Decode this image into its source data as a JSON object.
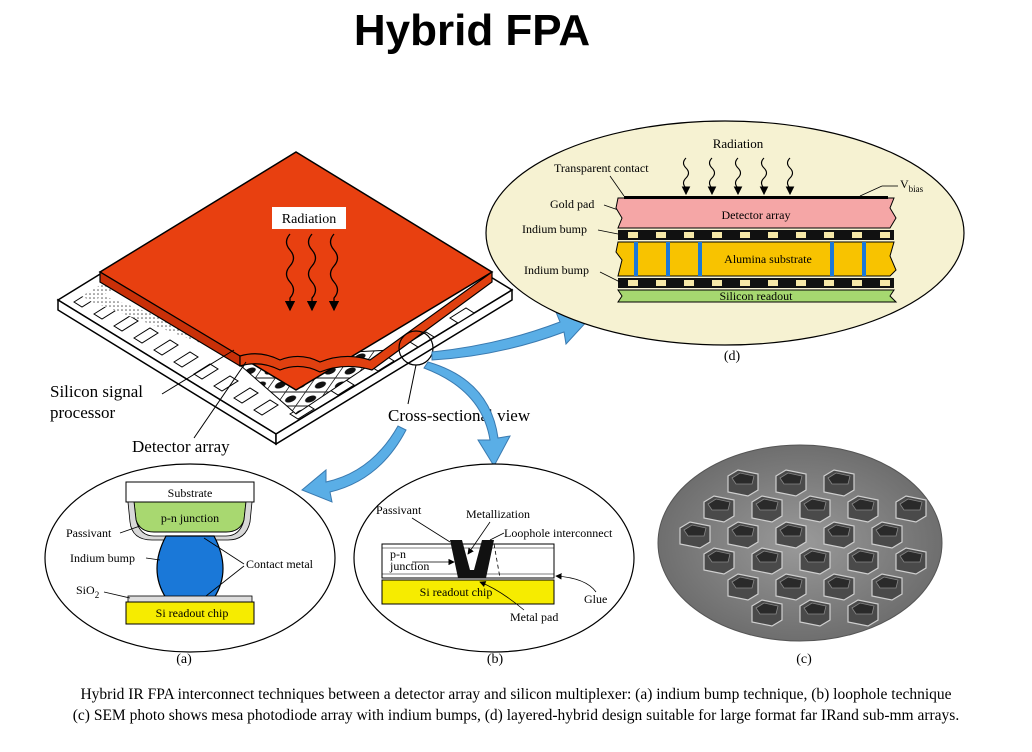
{
  "title": "Hybrid FPA",
  "main_figure": {
    "radiation": "Radiation",
    "silicon_signal_processor": [
      "Silicon signal",
      "processor"
    ],
    "detector_array": "Detector array",
    "cross_sectional_view": "Cross-sectional view"
  },
  "panel_a": {
    "tag": "(a)",
    "substrate": "Substrate",
    "pn_junction": "p-n junction",
    "passivant": "Passivant",
    "indium_bump": "Indium bump",
    "contact_metal": "Contact metal",
    "sio2": "SiO",
    "sio2_sub": "2",
    "readout": "Si readout chip"
  },
  "panel_b": {
    "tag": "(b)",
    "passivant": "Passivant",
    "metallization": "Metallization",
    "loophole": "Loophole interconnect",
    "pn_junction": [
      "p-n",
      "junction"
    ],
    "readout": "Si readout chip",
    "glue": "Glue",
    "metal_pad": "Metal pad"
  },
  "panel_c": {
    "tag": "(c)"
  },
  "panel_d": {
    "tag": "(d)",
    "radiation": "Radiation",
    "transparent_contact": "Transparent contact",
    "vbias": "V",
    "vbias_sub": "bias",
    "gold_pad": "Gold pad",
    "indium_bump_1": "Indium bump",
    "indium_bump_2": "Indium bump",
    "detector_array": "Detector array",
    "alumina": "Alumina substrate",
    "silicon_readout": "Silicon readout"
  },
  "caption": {
    "line1": "Hybrid IR FPA interconnect techniques between a detector array and silicon multiplexer: (a) indium bump technique, (b) loophole technique",
    "line2": "(c) SEM photo shows mesa photodiode array with indium bumps, (d) layered-hybrid design suitable for large format far IRand sub-mm arrays."
  },
  "colors": {
    "detector": "#e84010",
    "arrow_blue": "#5aaee6",
    "indium_blue": "#1a78d8",
    "pn_green": "#a8d870",
    "readout_yellow": "#f6ec00",
    "d_pink": "#f5a6a6",
    "d_alumina": "#f8c300",
    "d_silicon": "#a6d870",
    "ellipse_bg": "#f6f2d2"
  }
}
